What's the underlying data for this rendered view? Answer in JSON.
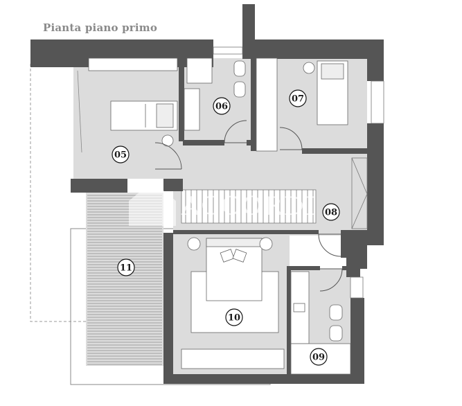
{
  "title": "Pianta piano primo",
  "watermark": "ACCORDI",
  "rooms": [
    {
      "id": "05",
      "label": "05"
    },
    {
      "id": "06",
      "label": "06"
    },
    {
      "id": "07",
      "label": "07"
    },
    {
      "id": "08",
      "label": "08"
    },
    {
      "id": "09",
      "label": "09"
    },
    {
      "id": "10",
      "label": "10"
    },
    {
      "id": "11",
      "label": "11"
    }
  ],
  "colors": {
    "wall": "#555555",
    "floor": "#dcdcdc",
    "fixture": "#ffffff",
    "line": "#666666",
    "title": "#8a8a8a"
  }
}
